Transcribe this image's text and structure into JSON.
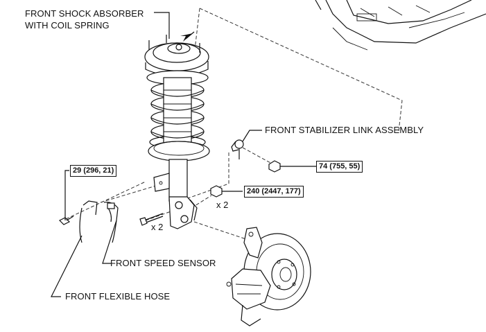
{
  "labels": {
    "shock_absorber_line1": "FRONT SHOCK ABSORBER",
    "shock_absorber_line2": "WITH COIL SPRING",
    "stabilizer_link": "FRONT STABILIZER LINK ASSEMBLY",
    "speed_sensor": "FRONT SPEED SENSOR",
    "flexible_hose": "FRONT FLEXIBLE HOSE"
  },
  "torques": {
    "bracket_bolt": "29 (296, 21)",
    "stabilizer_nut": "74 (755, 55)",
    "knuckle_nut": "240 (2447, 177)"
  },
  "quantities": {
    "knuckle_nut_qty": "x 2",
    "knuckle_bolt_qty": "x 2"
  }
}
